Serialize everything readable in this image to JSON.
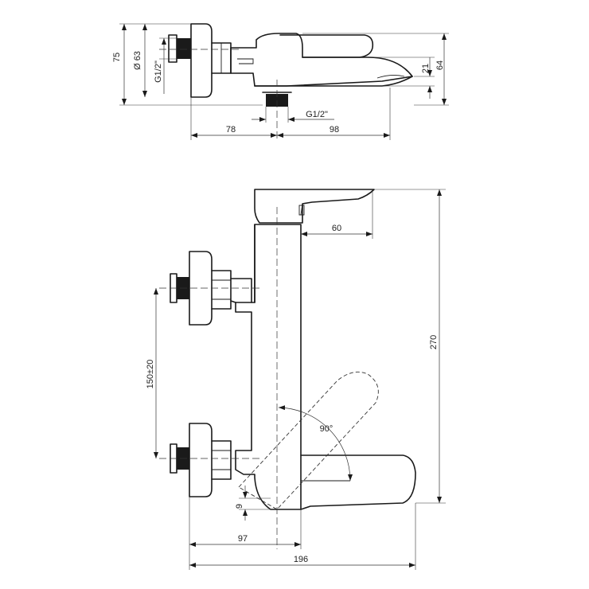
{
  "dimensions": {
    "top_height": "75",
    "top_diameter": "Ø 63",
    "top_thread_left": "G1/2\"",
    "top_spout_height": "64",
    "top_spout_small": "21",
    "top_thread_bottom": "G1/2\"",
    "top_width_left": "78",
    "top_width_right": "98",
    "front_spout_reach": "60",
    "front_total_height": "270",
    "front_inlet_spacing": "150±20",
    "front_angle": "90°",
    "front_gap": "9",
    "front_depth": "97",
    "front_total_width": "196"
  }
}
